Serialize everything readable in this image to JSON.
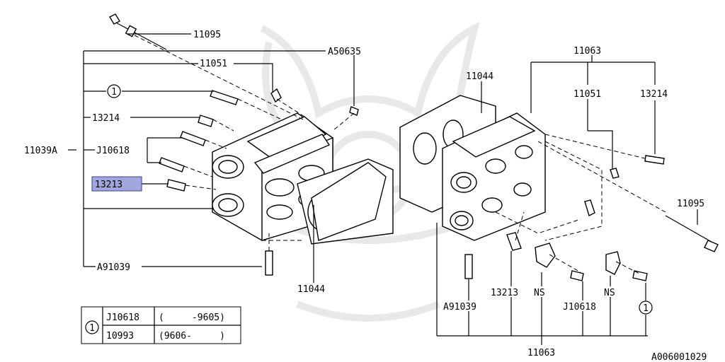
{
  "diagram": {
    "code": "A006001029",
    "labels": {
      "p11095_top": "11095",
      "a50635": "A50635",
      "p11051_left": "11051",
      "circle1_left": "1",
      "p13214_left": "13214",
      "p11039a": "11039A",
      "j10618_left": "J10618",
      "p13213_left": "13213",
      "a91039_left": "A91039",
      "p11044_left": "11044",
      "p11063_top": "11063",
      "p11044_right": "11044",
      "p11051_right": "11051",
      "p13214_right": "13214",
      "p11095_right": "11095",
      "a91039_right": "A91039",
      "p13213_right": "13213",
      "ns_1": "NS",
      "j10618_right": "J10618",
      "ns_2": "NS",
      "circle1_right": "1",
      "p11063_bottom": "11063"
    },
    "table": {
      "circle": "1",
      "rows": [
        {
          "part": "J10618",
          "range": "(     -9605)"
        },
        {
          "part": "10993",
          "range": "(9606-     )"
        }
      ]
    }
  }
}
